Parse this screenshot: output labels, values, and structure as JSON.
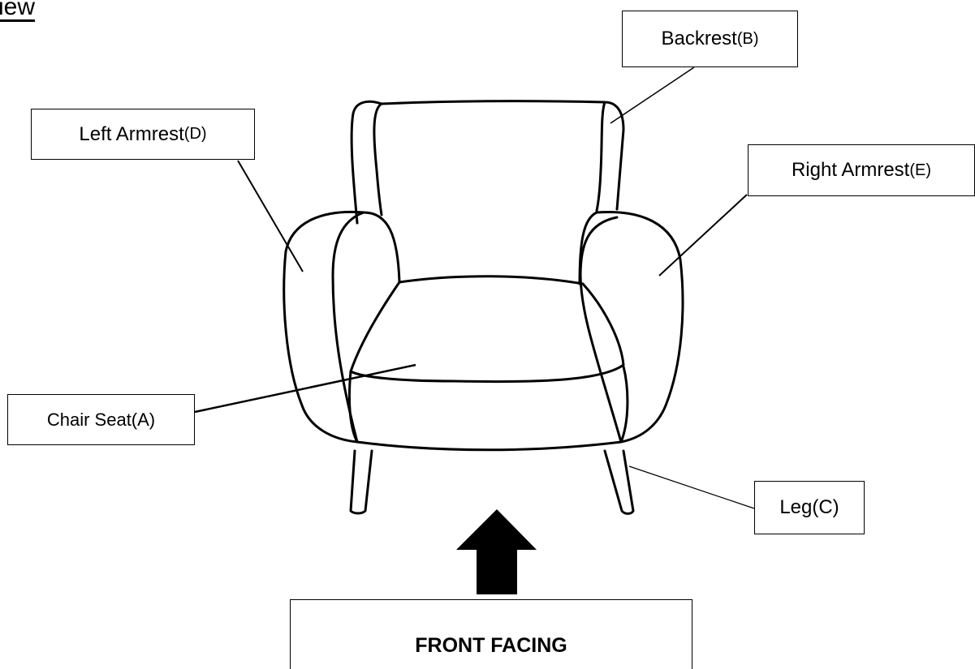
{
  "view_title": "iew",
  "labels": {
    "backrest": {
      "name": "Backrest",
      "code": "(B)"
    },
    "left_armrest": {
      "name": "Left Armrest",
      "code": "(D)"
    },
    "right_armrest": {
      "name": "Right Armrest",
      "code": "(E)"
    },
    "chair_seat": {
      "text": "Chair Seat(A)"
    },
    "leg": {
      "text": "Leg(C)"
    },
    "front": {
      "text": "FRONT FACING"
    }
  },
  "colors": {
    "line": "#000000",
    "background": "#ffffff",
    "arrow": "#000000"
  }
}
